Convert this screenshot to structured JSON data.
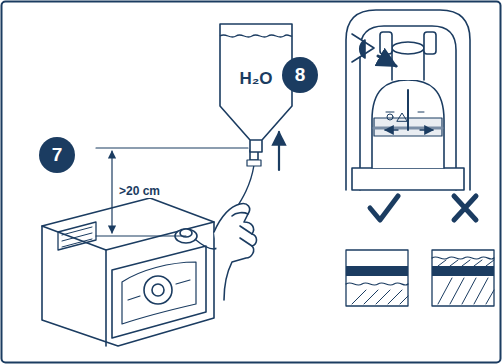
{
  "diagram": {
    "nodes": [
      {
        "text": [
          "7"
        ]
      },
      {
        "text": [
          "H₂O"
        ]
      },
      {
        "text": [
          "8"
        ]
      }
    ],
    "labels": [
      ">20 cm"
    ]
  }
}
